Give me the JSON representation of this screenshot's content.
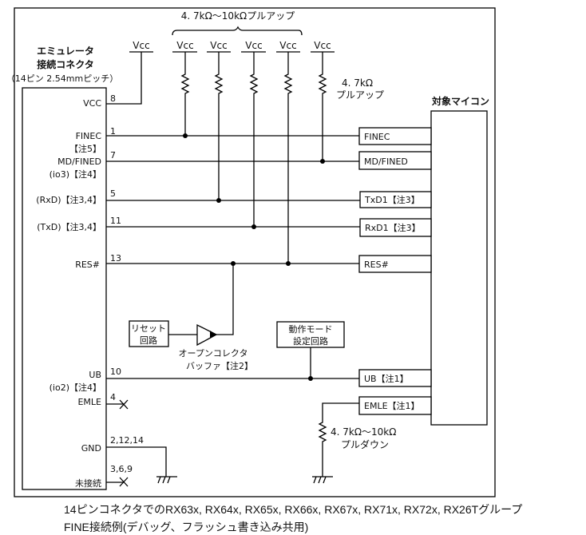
{
  "emulator_connector": {
    "title_line1": "エミュレータ",
    "title_line2": "接続コネクタ",
    "title_line3": "（14ピン 2.54mmピッチ）",
    "pins": [
      {
        "name": "VCC",
        "number": "8"
      },
      {
        "name": "FINEC",
        "note": "【注5】",
        "number": "1"
      },
      {
        "name": "MD/FINED",
        "note": "(io3)【注4】",
        "number": "7"
      },
      {
        "name": "(RxD)【注3,4】",
        "number": "5"
      },
      {
        "name": "(TxD)【注3,4】",
        "number": "11"
      },
      {
        "name": "RES#",
        "number": "13"
      },
      {
        "name": "UB",
        "note": "(io2)【注4】",
        "number": "10"
      },
      {
        "name": "EMLE",
        "number": "4"
      },
      {
        "name": "GND",
        "number": "2,12,14"
      },
      {
        "name": "未接続",
        "number": "3,6,9"
      }
    ]
  },
  "vcc_label": "Vcc",
  "pullup_group_label": "4. 7kΩ～10kΩプルアップ",
  "pullup_single_label_line1": "4. 7kΩ",
  "pullup_single_label_line2": "プルアップ",
  "target_mcu": {
    "title": "対象マイコン",
    "pins": [
      "FINEC",
      "MD/FINED",
      "TxD1【注3】",
      "RxD1【注3】",
      "RES#",
      "UB【注1】",
      "EMLE【注1】"
    ]
  },
  "reset_circuit": {
    "line1": "リセット",
    "line2": "回路"
  },
  "buffer_label": {
    "line1": "オープンコレクタ",
    "line2": "バッファ【注2】"
  },
  "mode_circuit": {
    "line1": "動作モード",
    "line2": "設定回路"
  },
  "pulldown_label": {
    "line1": "4. 7kΩ～10kΩ",
    "line2": "プルダウン"
  },
  "caption": {
    "line1": "14ピンコネクタでのRX63x, RX64x, RX65x, RX66x, RX67x, RX71x, RX72x, RX26Tグループ",
    "line2": "FINE接続例(デバッグ、フラッシュ書き込み共用)"
  }
}
